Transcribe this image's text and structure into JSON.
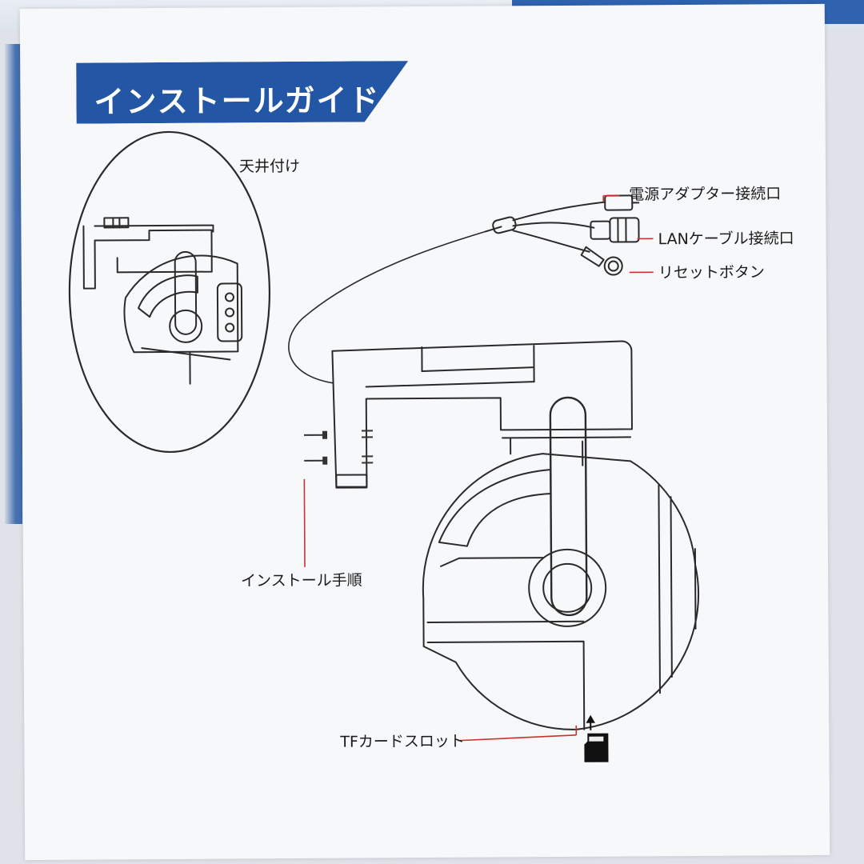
{
  "guide": {
    "title": "インストールガイド",
    "accent_color": "#2456a6",
    "callout_color": "#c8322d"
  },
  "labels": {
    "ceiling": "天井付け",
    "power_port": "電源アダプター接続口",
    "lan_port": "LANケーブル接続口",
    "reset_button": "リセットボタン",
    "install_steps": "インストール手順",
    "tf_slot": "TFカードスロット"
  },
  "icons": [
    "microsd-card-icon",
    "arrow-up-icon",
    "screw-icon"
  ]
}
